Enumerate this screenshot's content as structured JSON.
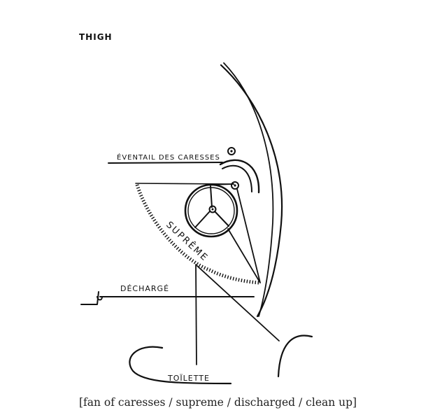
{
  "title": "THIGH",
  "labels": {
    "fan": "ÉVENTAIL DES CARESSES",
    "supreme": "SUPRÊME",
    "discharged": "DÉCHARGÉ",
    "toilette": "TOÏLETTE"
  },
  "caption": "[fan of caresses / supreme / discharged / clean up]",
  "colors": {
    "ink": "#111111",
    "background": "#ffffff"
  }
}
